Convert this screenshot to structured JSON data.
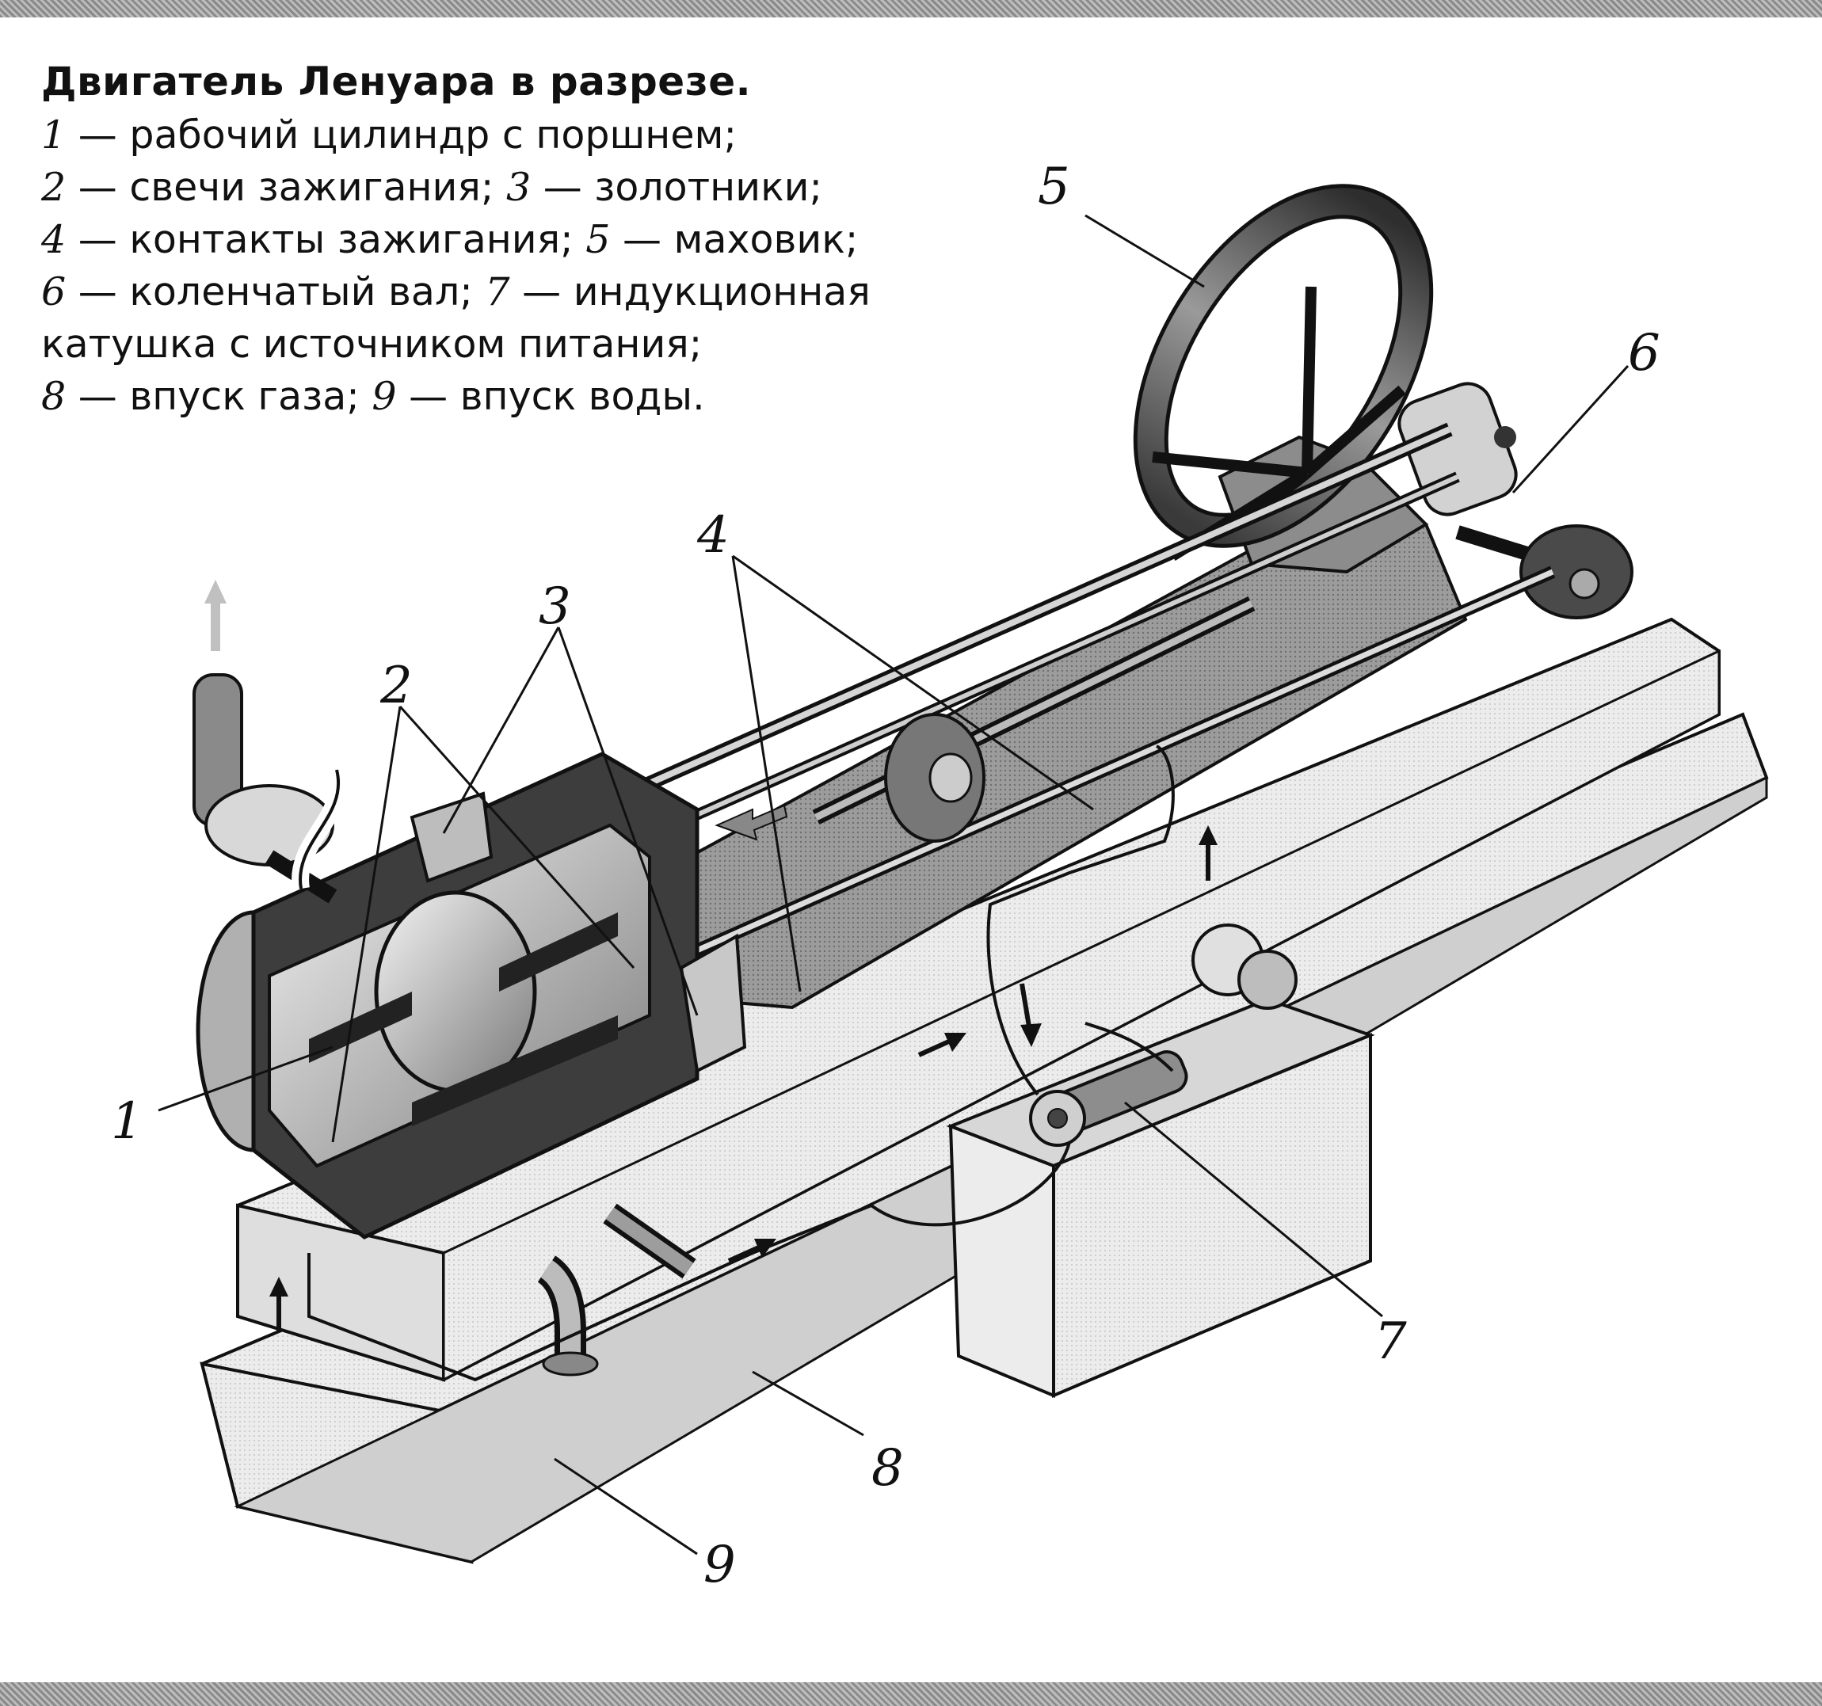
{
  "caption": {
    "title": "Двигатель Ленуара в разрезе.",
    "items": [
      {
        "num": "1",
        "text": "рабочий цилиндр с поршнем"
      },
      {
        "num": "2",
        "text": "свечи зажигания"
      },
      {
        "num": "3",
        "text": "золотники"
      },
      {
        "num": "4",
        "text": "контакты зажигания"
      },
      {
        "num": "5",
        "text": "маховик"
      },
      {
        "num": "6",
        "text": "коленчатый вал"
      },
      {
        "num": "7",
        "text": "индукционная катушка с источником питания"
      },
      {
        "num": "8",
        "text": "впуск газа"
      },
      {
        "num": "9",
        "text": "впуск воды"
      }
    ],
    "lines": [
      {
        "n1": "1",
        "t1": " — рабочий цилиндр с поршнем;"
      },
      {
        "n1": "2",
        "t1": " — свечи зажигания; ",
        "n2": "3",
        "t2": " — золотники;"
      },
      {
        "n1": "4",
        "t1": " — контакты зажигания; ",
        "n2": "5",
        "t2": " — маховик;"
      },
      {
        "n1": "6",
        "t1": " — коленчатый вал; ",
        "n2": "7",
        "t2": " — индукционная"
      },
      {
        "t1": "катушка с источником питания;"
      },
      {
        "n1": "8",
        "t1": " — впуск газа; ",
        "n2": "9",
        "t2": " — впуск воды."
      }
    ]
  },
  "callouts": {
    "c1": "1",
    "c2": "2",
    "c3": "3",
    "c4": "4",
    "c5": "5",
    "c6": "6",
    "c7": "7",
    "c8": "8",
    "c9": "9"
  },
  "colors": {
    "ink": "#111111",
    "light_gray": "#e6e6e6",
    "mid_gray": "#b5b5b5",
    "dark_gray": "#5a5a5a",
    "frame": "#9a9a9a"
  }
}
